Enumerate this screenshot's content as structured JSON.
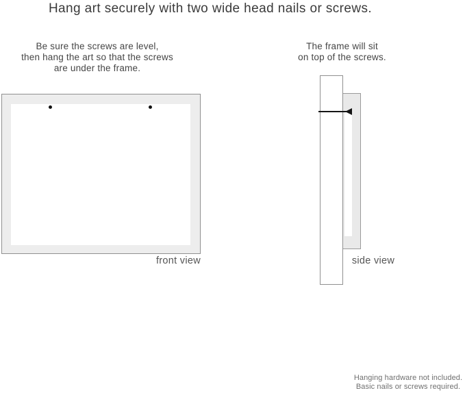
{
  "title": "Hang art securely with two wide head nails or screws.",
  "front_view": {
    "instructions": [
      "Be sure the screws are level,",
      "then hang the art so that the screws",
      "are under the frame."
    ],
    "label": "front view",
    "nail_count": 2
  },
  "side_view": {
    "instructions": [
      "The frame will sit",
      "on top of the screws."
    ],
    "label": "side view"
  },
  "footnote": {
    "lines": [
      "Hanging hardware not included.",
      "Basic nails or screws required."
    ]
  },
  "colors": {
    "background": "#ffffff",
    "frame_fill": "#ededed",
    "frame_side_fill": "#e9e9e9",
    "frame_border": "#8f8f8f",
    "nail_black": "#151515",
    "title_text": "#3a3a3a",
    "body_text": "#454545",
    "footnote_text": "#6f6f6f"
  }
}
